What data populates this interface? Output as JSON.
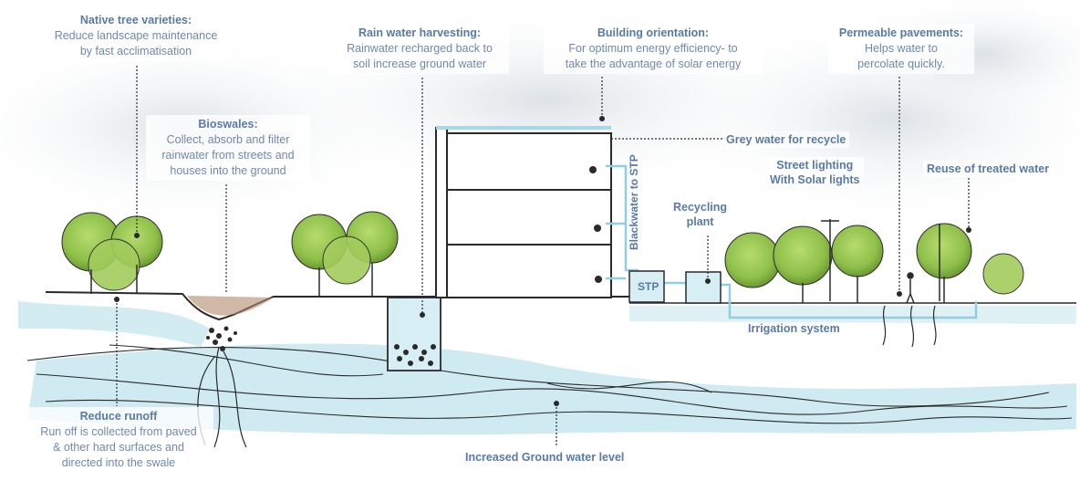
{
  "labels": {
    "native_trees": {
      "title": "Native tree varieties:",
      "lines": [
        "Reduce landscape maintenance",
        "by fast acclimatisation"
      ]
    },
    "rain_harvest": {
      "title": "Rain water harvesting:",
      "lines": [
        "Rainwater recharged back to",
        "soil increase ground water"
      ]
    },
    "building_orientation": {
      "title": "Building orientation:",
      "lines": [
        "For optimum energy efficiency- to",
        "take the advantage of solar energy"
      ]
    },
    "permeable": {
      "title": "Permeable pavements:",
      "lines": [
        "Helps water to",
        "percolate quickly."
      ]
    },
    "bioswales": {
      "title": "Bioswales:",
      "lines": [
        "Collect, absorb and filter",
        "rainwater from streets and",
        "houses into the ground"
      ]
    },
    "reduce_runoff": {
      "title": "Reduce runoff",
      "lines": [
        "Run off is collected from paved",
        "& other hard surfaces and",
        "directed into the swale"
      ]
    },
    "grey_water": "Grey water for recycle",
    "street_lighting": [
      "Street lighting",
      "With Solar lights"
    ],
    "reuse_water": "Reuse of treated water",
    "recycling_plant": [
      "Recycling",
      "plant"
    ],
    "blackwater": "Blackwater to STP",
    "stp": "STP",
    "irrigation": "Irrigation system",
    "ground_water": "Increased Ground water level"
  },
  "colors": {
    "water": "#a8d8e6",
    "tree": "#8fc04a",
    "tree_dark": "#5e8f2a",
    "ink": "#2a2a2a",
    "label": "#5a7aa6"
  }
}
